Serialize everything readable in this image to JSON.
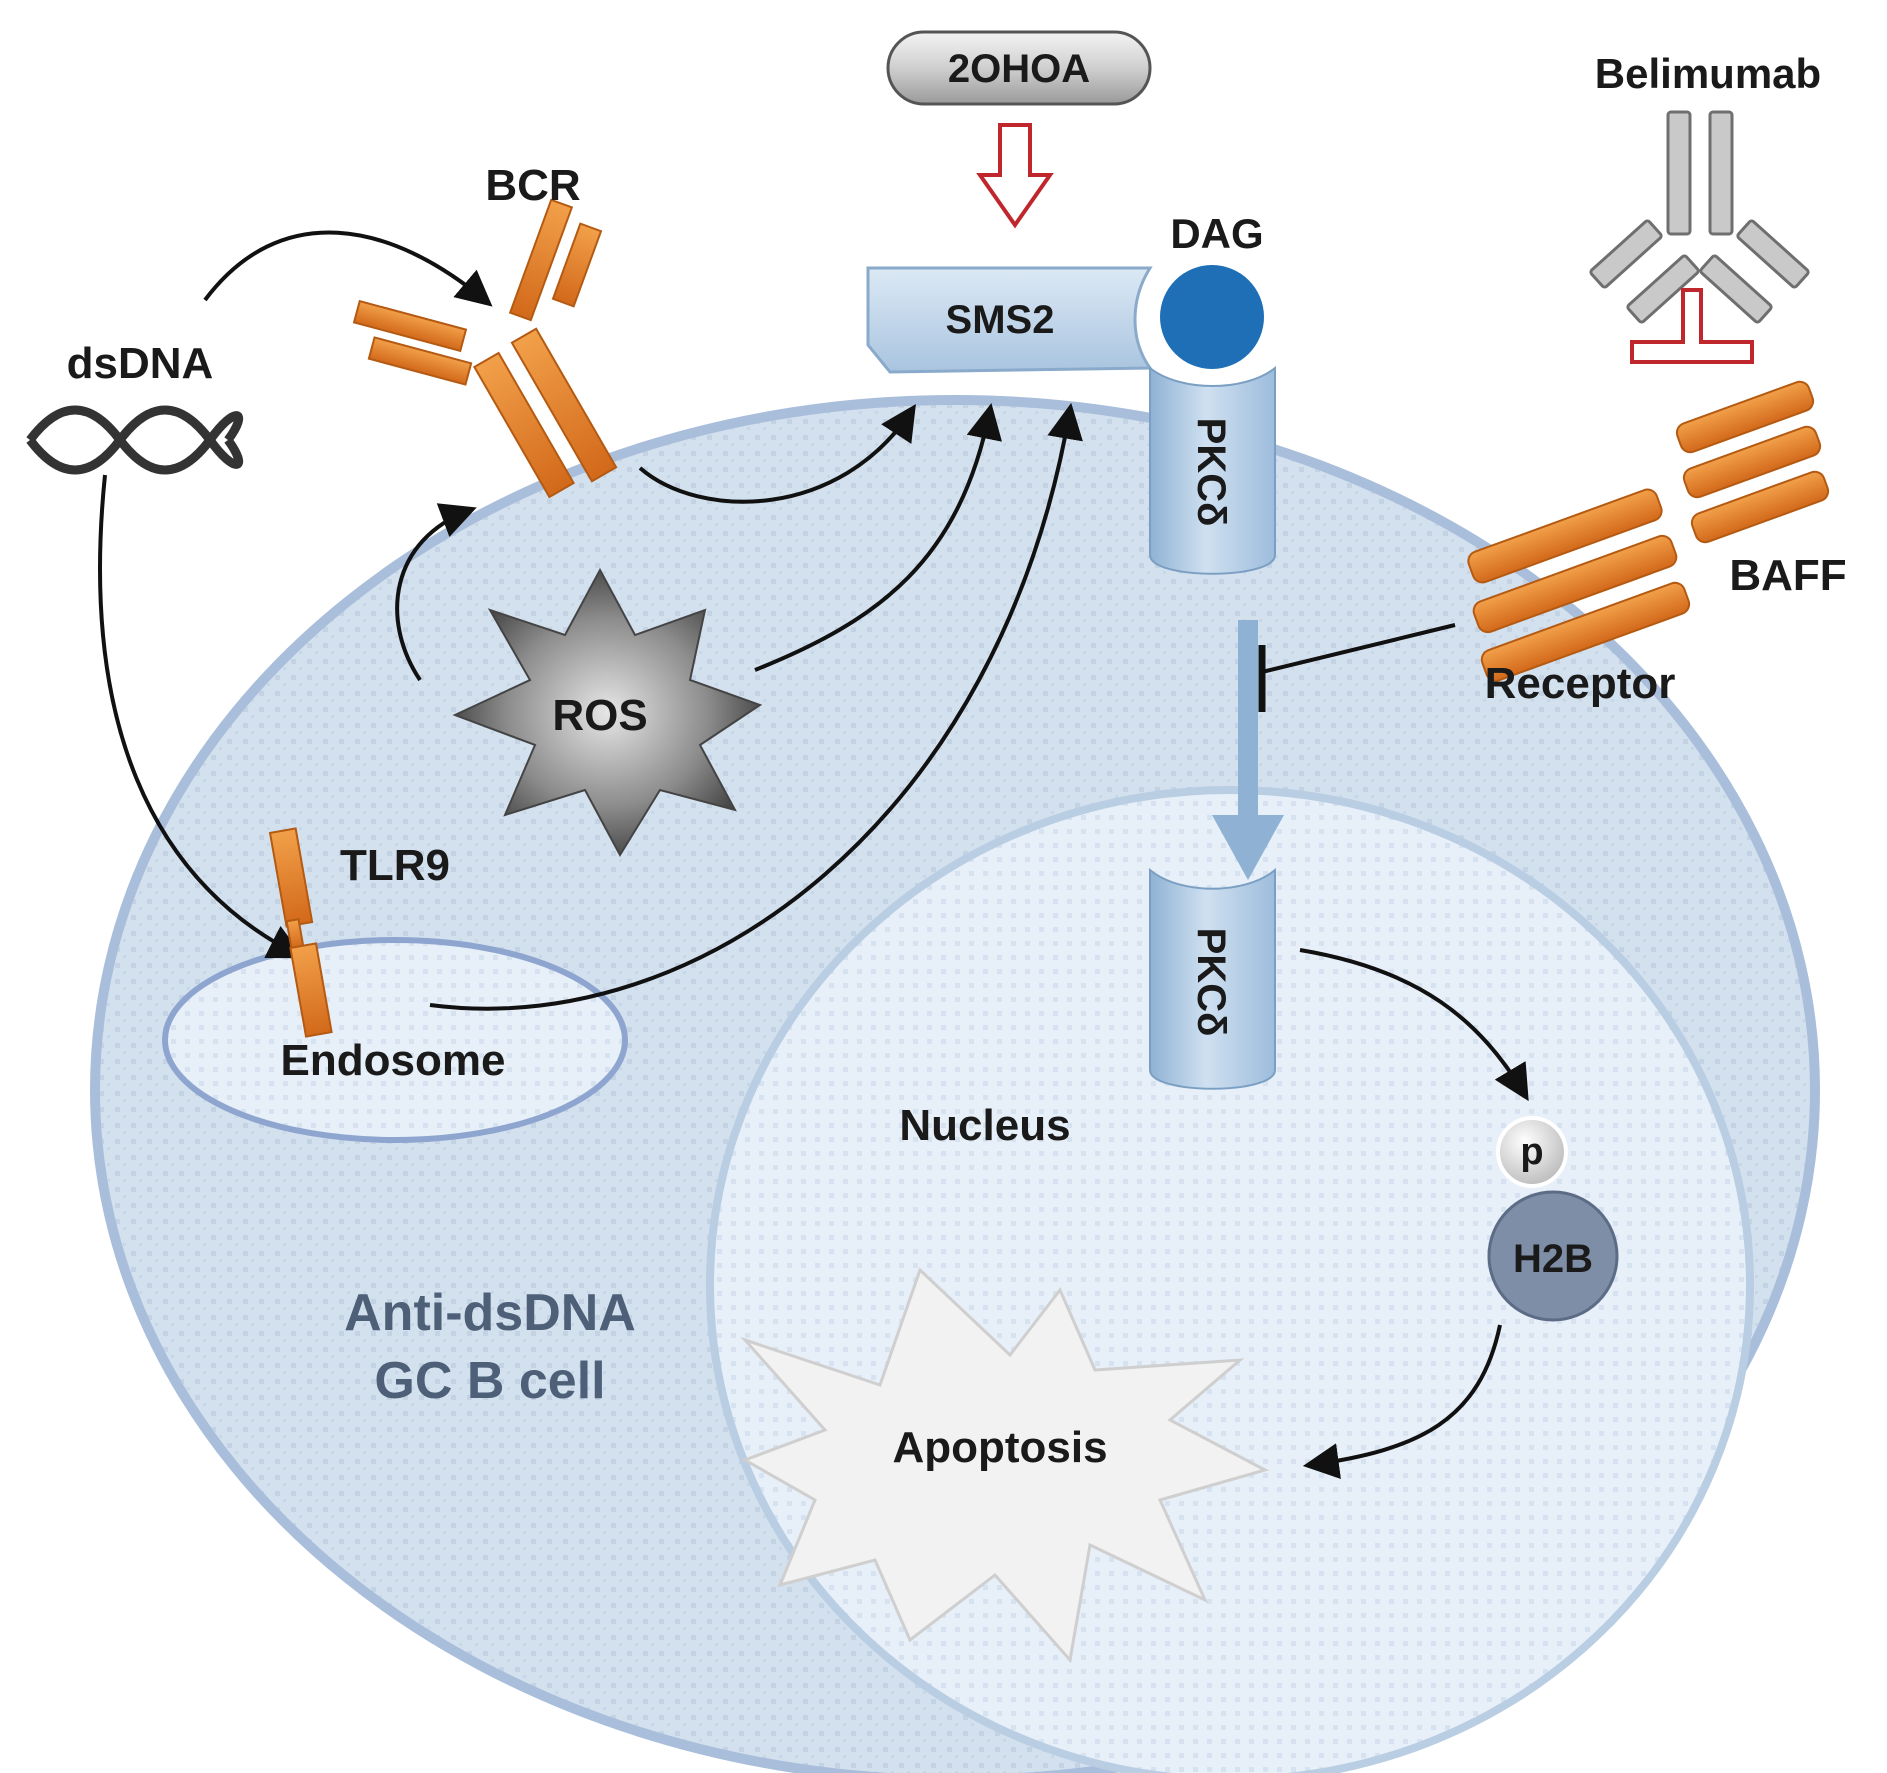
{
  "labels": {
    "drug": "2OHOA",
    "antibody": "Belimumab",
    "bcr": "BCR",
    "dag": "DAG",
    "sms2": "SMS2",
    "dsdna": "dsDNA",
    "pkc_membrane": "PKCδ",
    "pkc_nucleus": "PKCδ",
    "baff": "BAFF",
    "receptor": "Receptor",
    "ros": "ROS",
    "tlr9": "TLR9",
    "endosome": "Endosome",
    "nucleus": "Nucleus",
    "phospho": "p",
    "h2b": "H2B",
    "cell_line1": "Anti-dsDNA",
    "cell_line2": "GC B cell",
    "apoptosis": "Apoptosis"
  },
  "colors": {
    "cell_fill": "#d3e0ee",
    "nucleus_fill": "#e6eef7",
    "orange": "#e07a1f",
    "drug_arrow": "#c0272d",
    "dag": "#1f6fb6",
    "h2b": "#7e8ea6",
    "antibody": "#c9c9c9"
  }
}
